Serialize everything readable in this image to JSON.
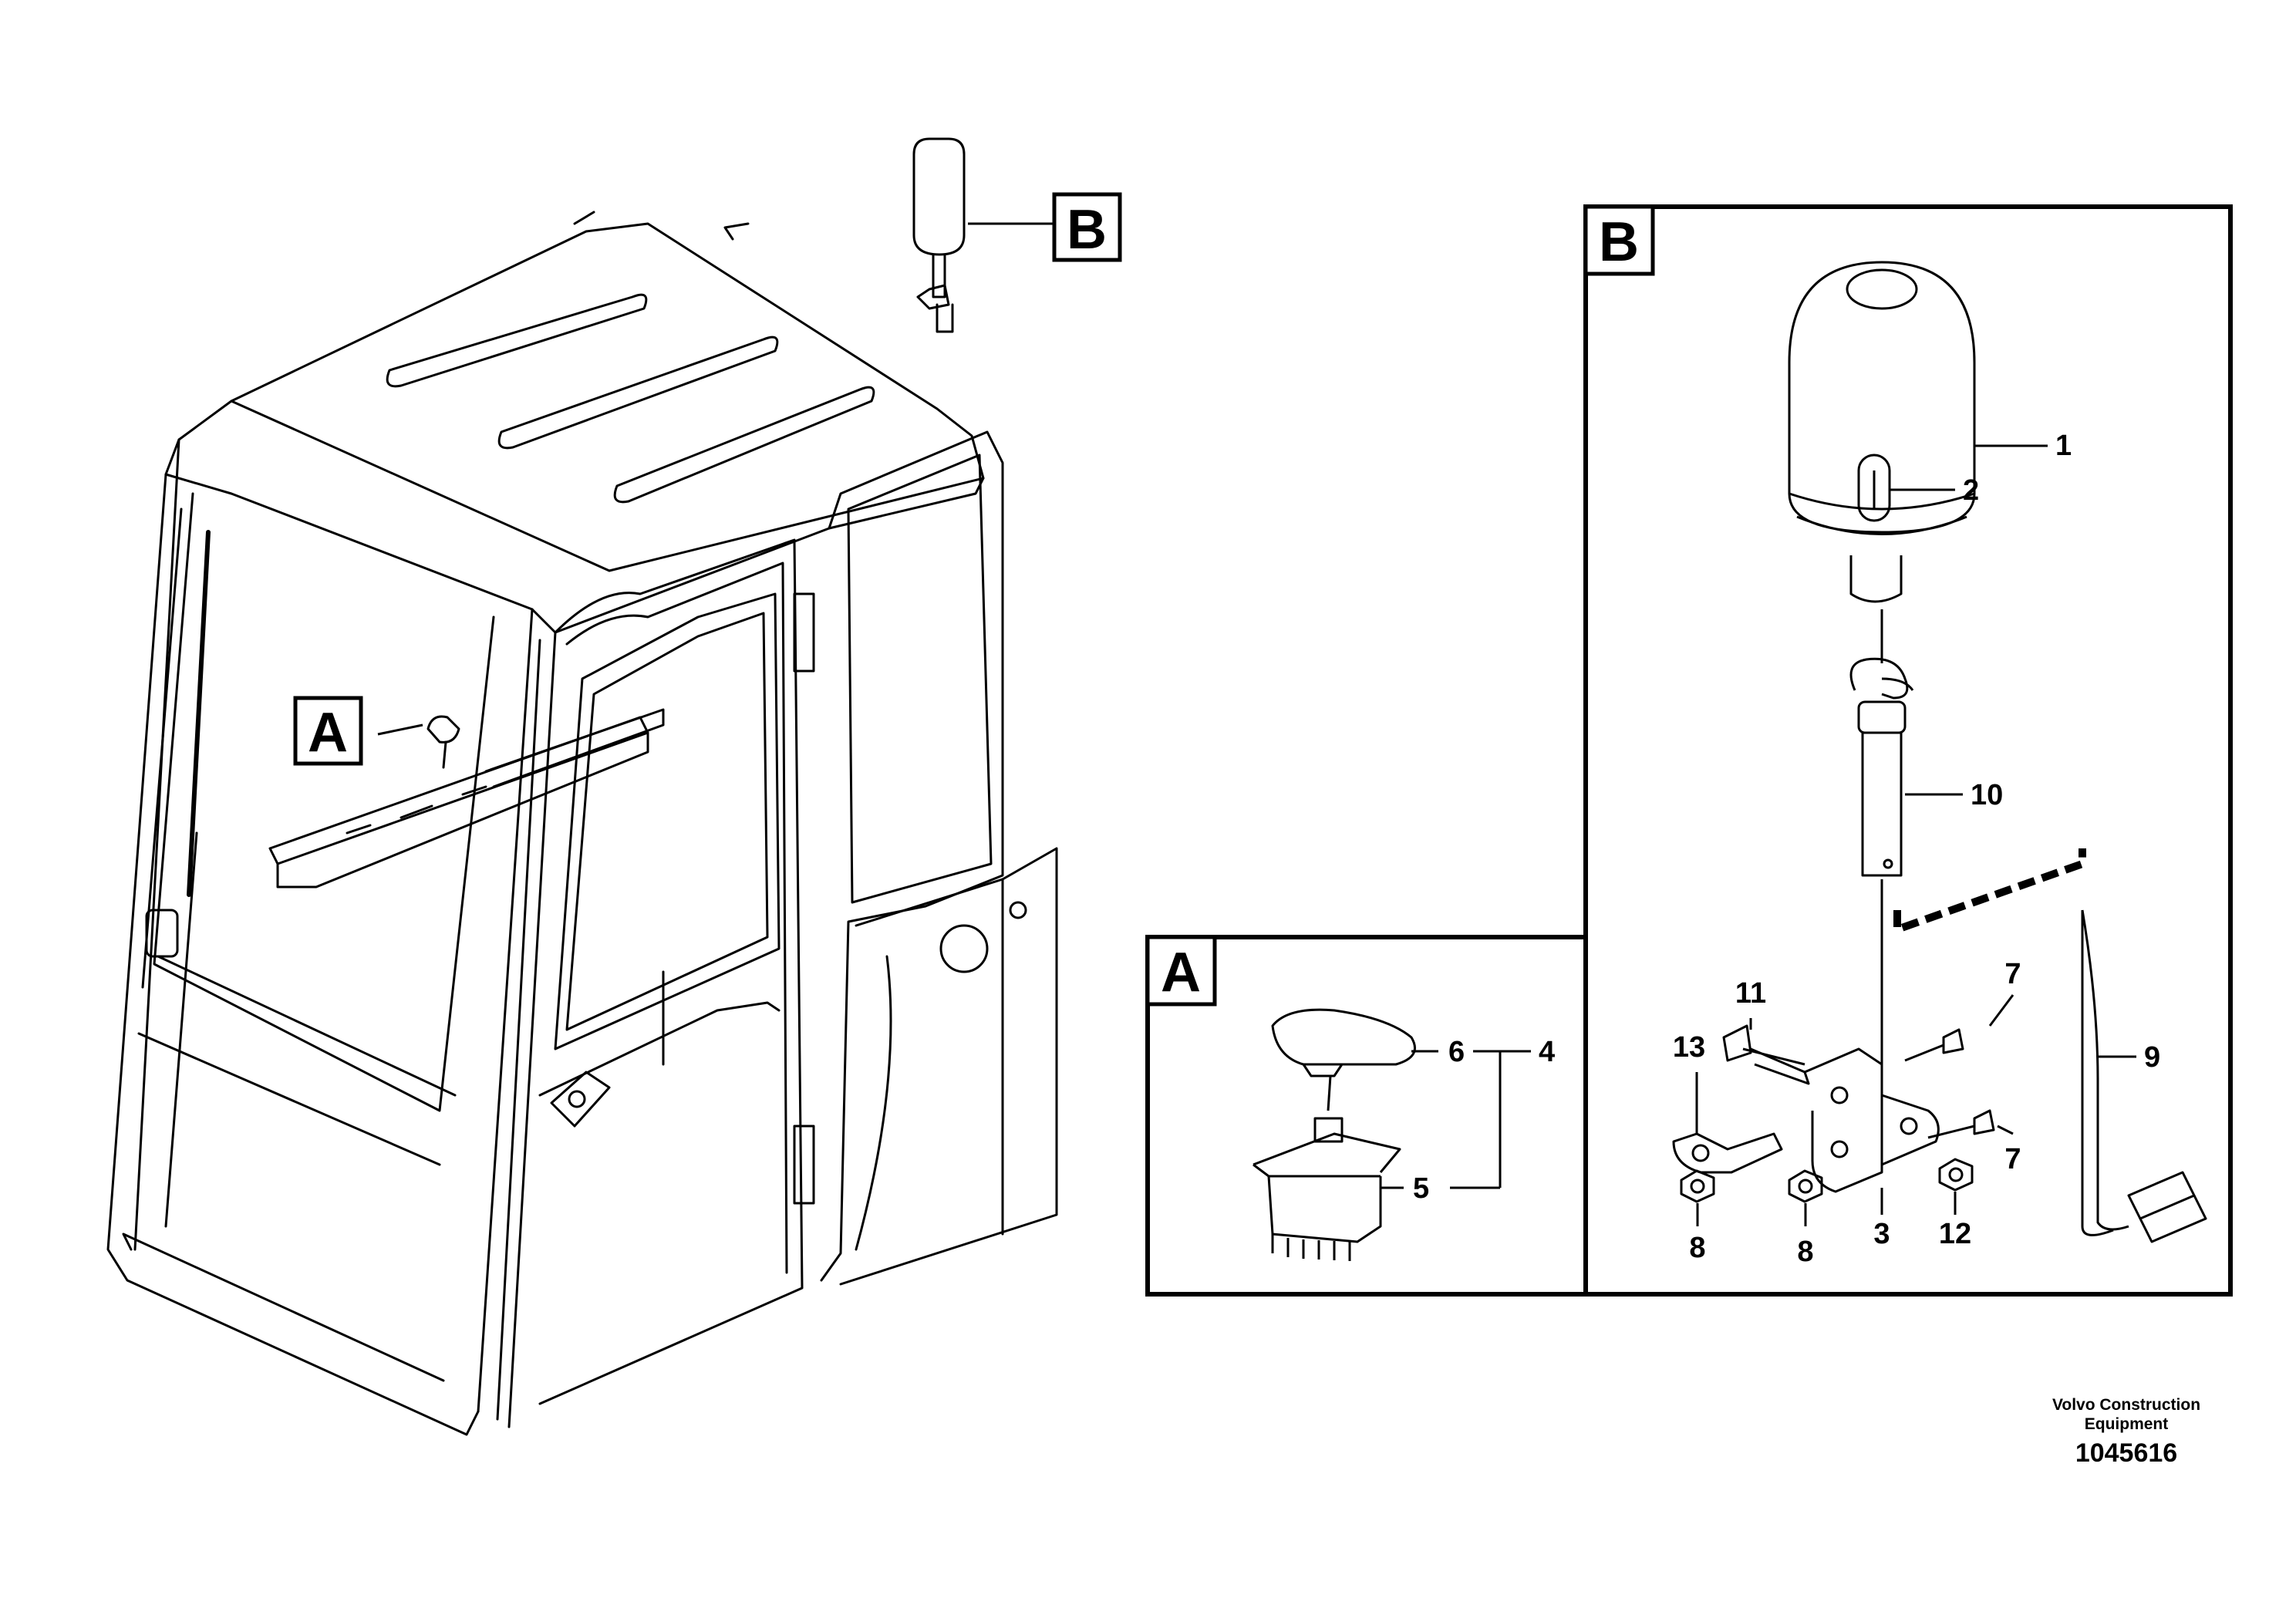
{
  "callouts": {
    "a": "A",
    "b": "B"
  },
  "parts": {
    "p1": "1",
    "p2": "2",
    "p3": "3",
    "p4": "4",
    "p5": "5",
    "p6": "6",
    "p7a": "7",
    "p7b": "7",
    "p8a": "8",
    "p8b": "8",
    "p9": "9",
    "p10": "10",
    "p11": "11",
    "p12": "12",
    "p13": "13"
  },
  "footer": {
    "maker_line1": "Volvo Construction",
    "maker_line2": "Equipment",
    "figure_number": "1045616"
  }
}
